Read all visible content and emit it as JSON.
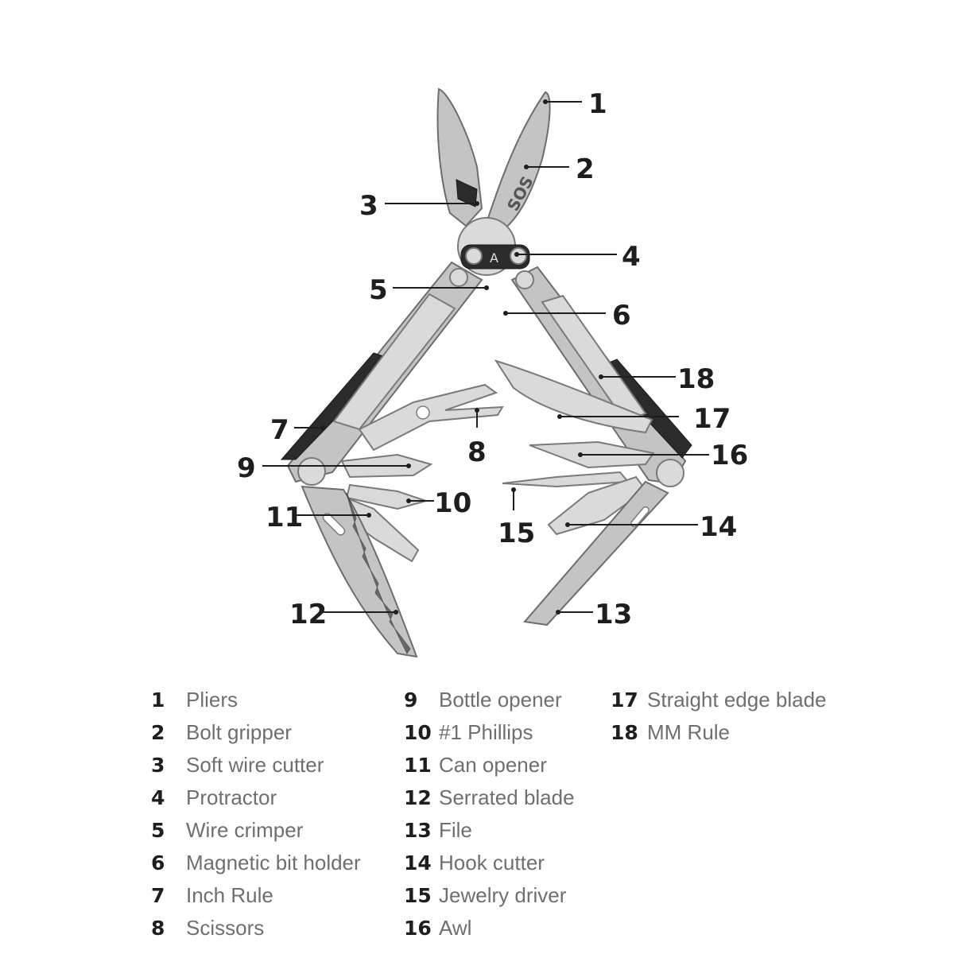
{
  "callouts": [
    {
      "num": "1"
    },
    {
      "num": "2"
    },
    {
      "num": "3"
    },
    {
      "num": "4"
    },
    {
      "num": "5"
    },
    {
      "num": "6"
    },
    {
      "num": "7"
    },
    {
      "num": "8"
    },
    {
      "num": "9"
    },
    {
      "num": "10"
    },
    {
      "num": "11"
    },
    {
      "num": "12"
    },
    {
      "num": "13"
    },
    {
      "num": "14"
    },
    {
      "num": "15"
    },
    {
      "num": "16"
    },
    {
      "num": "17"
    },
    {
      "num": "18"
    }
  ],
  "logo_text": "SOS",
  "legend": {
    "columns": [
      [
        {
          "num": "1",
          "label": "Pliers"
        },
        {
          "num": "2",
          "label": "Bolt gripper"
        },
        {
          "num": "3",
          "label": "Soft wire cutter"
        },
        {
          "num": "4",
          "label": "Protractor"
        },
        {
          "num": "5",
          "label": "Wire crimper"
        },
        {
          "num": "6",
          "label": "Magnetic bit holder"
        },
        {
          "num": "7",
          "label": "Inch Rule"
        },
        {
          "num": "8",
          "label": "Scissors"
        }
      ],
      [
        {
          "num": "9",
          "label": "Bottle opener"
        },
        {
          "num": "10",
          "label": "#1 Phillips"
        },
        {
          "num": "11",
          "label": "Can opener"
        },
        {
          "num": "12",
          "label": "Serrated blade"
        },
        {
          "num": "13",
          "label": "File"
        },
        {
          "num": "14",
          "label": "Hook cutter"
        },
        {
          "num": "15",
          "label": "Jewelry driver"
        },
        {
          "num": "16",
          "label": "Awl"
        }
      ],
      [
        {
          "num": "17",
          "label": "Straight edge blade"
        },
        {
          "num": "18",
          "label": "MM Rule"
        }
      ]
    ]
  }
}
